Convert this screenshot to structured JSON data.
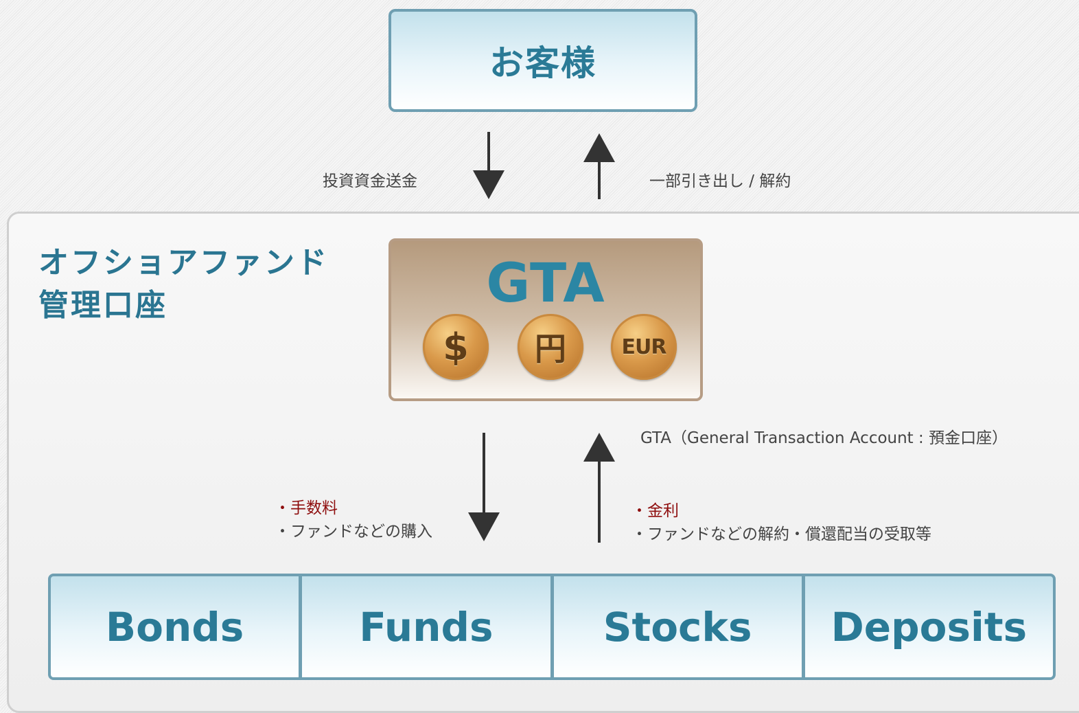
{
  "customer": {
    "label": "お客様"
  },
  "top_flow": {
    "down_label": "投資資金送金",
    "up_label": "一部引き出し / 解約"
  },
  "account": {
    "title_line1": "オフショアファンド",
    "title_line2": "管理口座",
    "gta": {
      "label": "GTA",
      "currencies": [
        "$",
        "円",
        "EUR"
      ],
      "description": "GTA（General Transaction Account : 預金口座）"
    }
  },
  "bottom_flow": {
    "down_notes": [
      "・手数料",
      "・ファンドなどの購入"
    ],
    "up_notes": [
      "・金利",
      "・ファンドなどの解約・償還配当の受取等"
    ]
  },
  "products": [
    "Bonds",
    "Funds",
    "Stocks",
    "Deposits"
  ],
  "colors": {
    "primary_blue": "#2a7a96",
    "box_border": "#6f9fb2",
    "gta_border": "#b69c84",
    "coin_gold": "#d9994a",
    "note_red": "#8e0e0e"
  }
}
